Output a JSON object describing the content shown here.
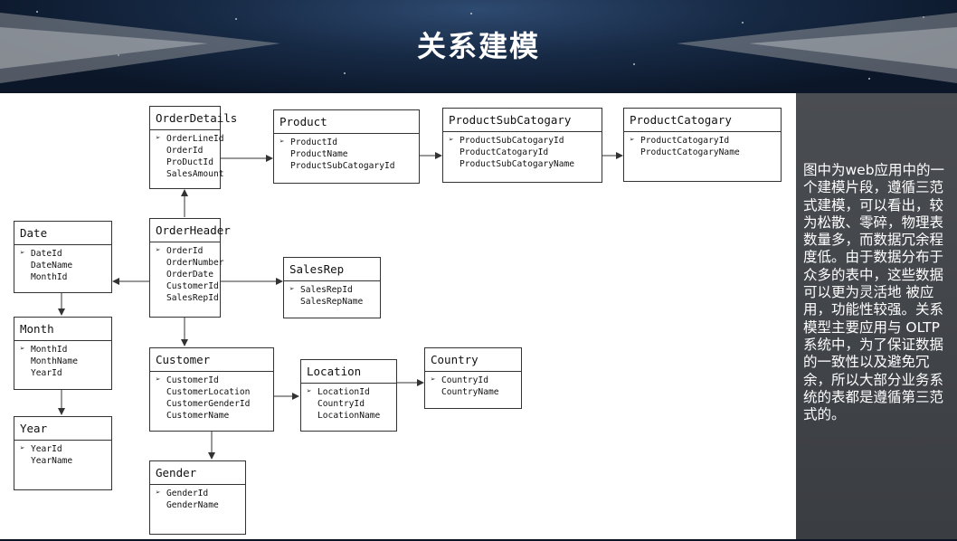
{
  "slide": {
    "title": "关系建模"
  },
  "sidebar": {
    "text": "图中为web应用中的一个建模片段，遵循三范式建模，可以看出，较为松散、零碎，物理表数量多，而数据冗余程度低。由于数据分布于众多的表中，这些数据可以更为灵活地 被应用，功能性较强。关系模型主要应用与 OLTP 系统中，为了保证数据的一致性以及避免冗余，所以大部分业务系统的表都是遵循第三范式的。"
  },
  "entities": {
    "orderdetails": {
      "name": "OrderDetails",
      "fields": [
        "OrderLineId",
        "OrderId",
        "ProDuctId",
        "SalesAmount"
      ]
    },
    "product": {
      "name": "Product",
      "fields": [
        "ProductId",
        "ProductName",
        "ProductSubCatogaryId"
      ]
    },
    "productsubcatogary": {
      "name": "ProductSubCatogary",
      "fields": [
        "ProductSubCatogaryId",
        "ProductCatogaryId",
        "ProductSubCatogaryName"
      ]
    },
    "productcatogary": {
      "name": "ProductCatogary",
      "fields": [
        "ProductCatogaryId",
        "ProductCatogaryName"
      ]
    },
    "orderheader": {
      "name": "OrderHeader",
      "fields": [
        "OrderId",
        "OrderNumber",
        "OrderDate",
        "CustomerId",
        "SalesRepId"
      ]
    },
    "salesrep": {
      "name": "SalesRep",
      "fields": [
        "SalesRepId",
        "SalesRepName"
      ]
    },
    "date": {
      "name": "Date",
      "fields": [
        "DateId",
        "DateName",
        "MonthId"
      ]
    },
    "month": {
      "name": "Month",
      "fields": [
        "MonthId",
        "MonthName",
        "YearId"
      ]
    },
    "year": {
      "name": "Year",
      "fields": [
        "YearId",
        "YearName"
      ]
    },
    "customer": {
      "name": "Customer",
      "fields": [
        "CustomerId",
        "CustomerLocation",
        "CustomerGenderId",
        "CustomerName"
      ]
    },
    "location": {
      "name": "Location",
      "fields": [
        "LocationId",
        "CountryId",
        "LocationName"
      ]
    },
    "country": {
      "name": "Country",
      "fields": [
        "CountryId",
        "CountryName"
      ]
    },
    "gender": {
      "name": "Gender",
      "fields": [
        "GenderId",
        "GenderName"
      ]
    }
  }
}
